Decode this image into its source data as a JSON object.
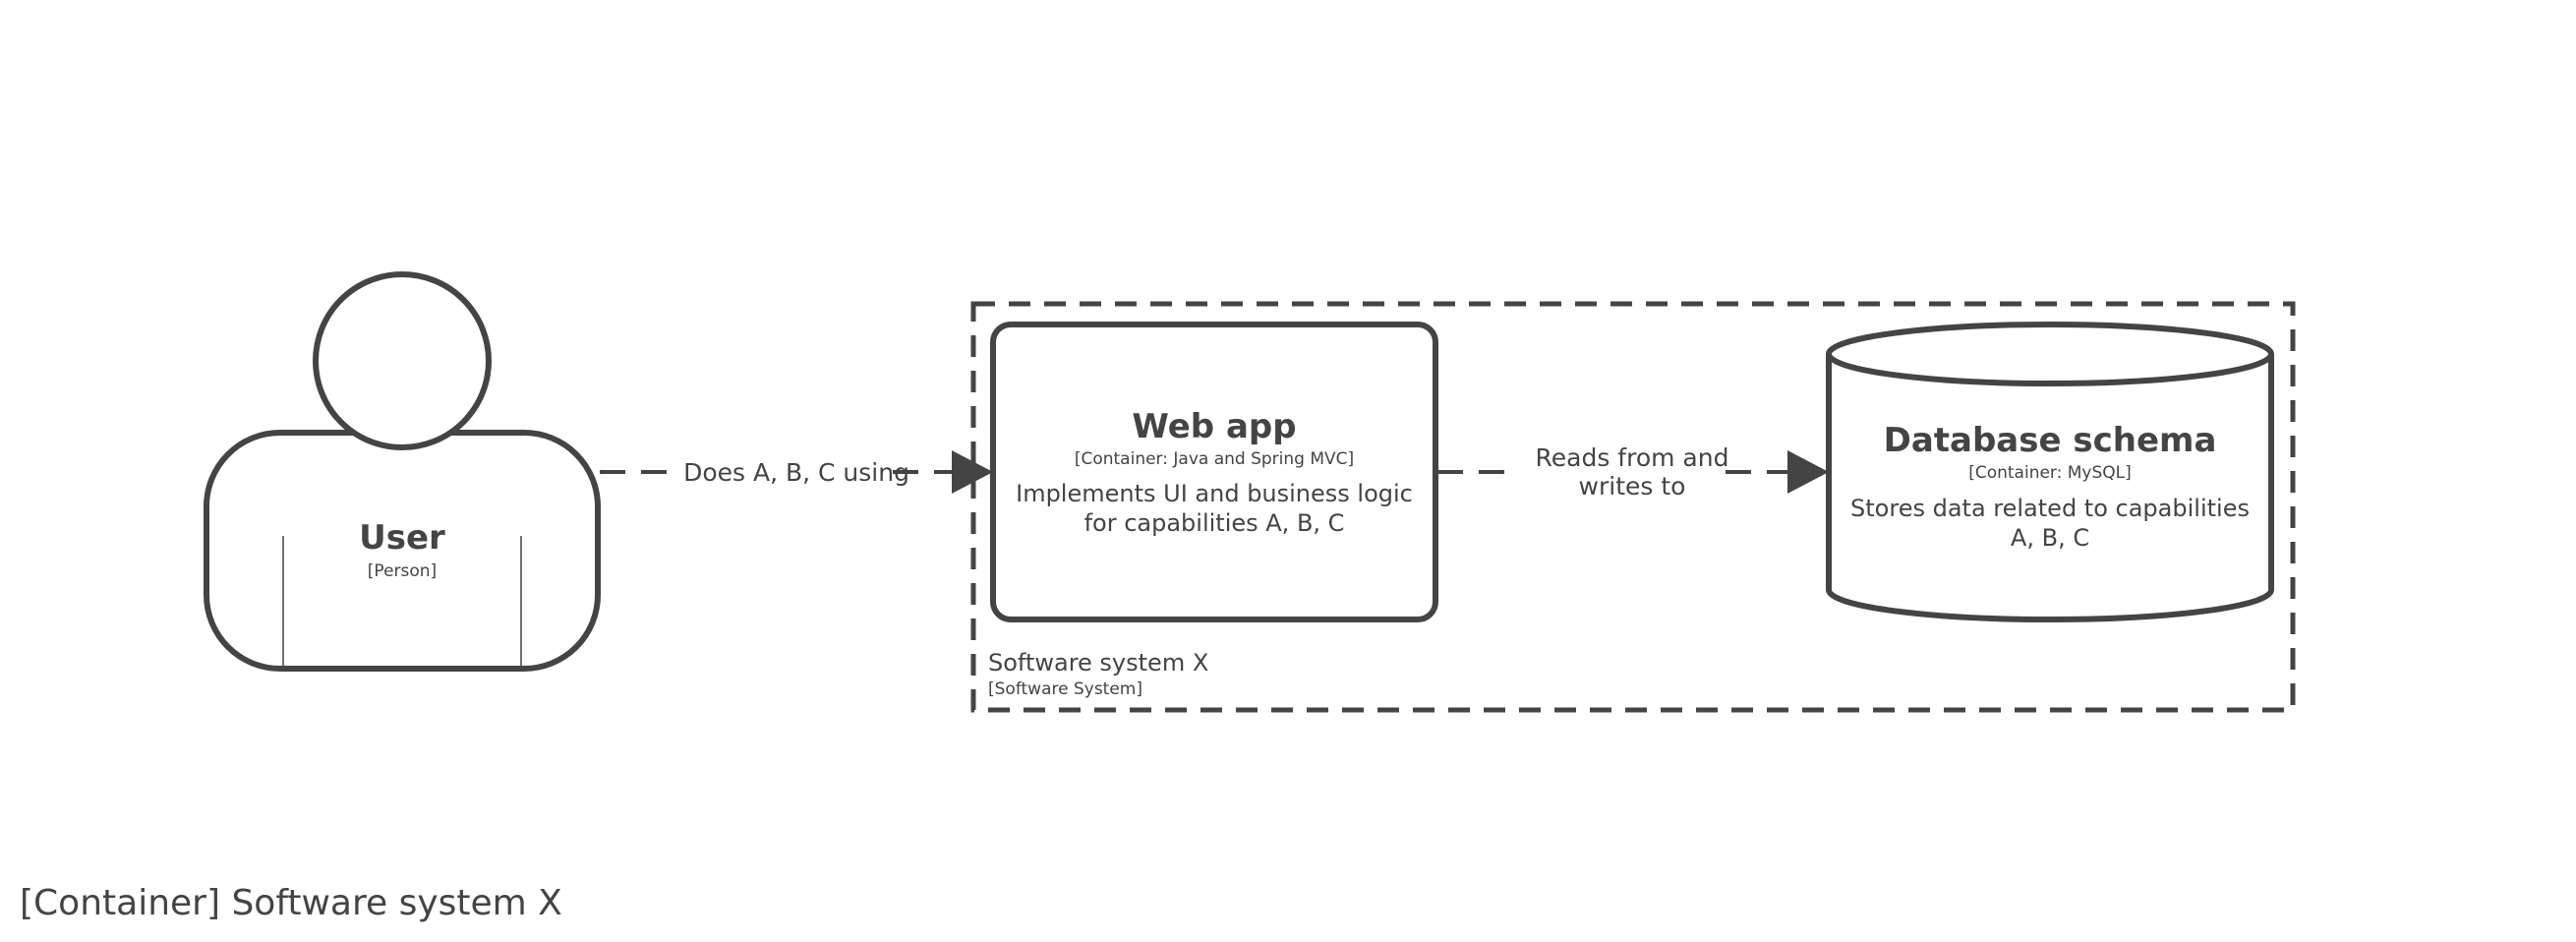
{
  "view_title": "[Container] Software system X",
  "boundary": {
    "name": "Software system X",
    "type": "[Software System]"
  },
  "person": {
    "name": "User",
    "type": "[Person]"
  },
  "containers": {
    "web_app": {
      "name": "Web app",
      "technology": "[Container: Java and Spring MVC]",
      "description_line1": "Implements UI and business logic",
      "description_line2": "for capabilities A, B, C"
    },
    "database": {
      "name": "Database schema",
      "technology": "[Container: MySQL]",
      "description_line1": "Stores data related to capabilities",
      "description_line2": "A, B, C"
    }
  },
  "relationships": {
    "user_to_web_app": "Does A, B, C using",
    "web_app_to_database_line1": "Reads from and",
    "web_app_to_database_line2": "writes to"
  },
  "colors": {
    "stroke": "#444444",
    "background": "#ffffff"
  }
}
